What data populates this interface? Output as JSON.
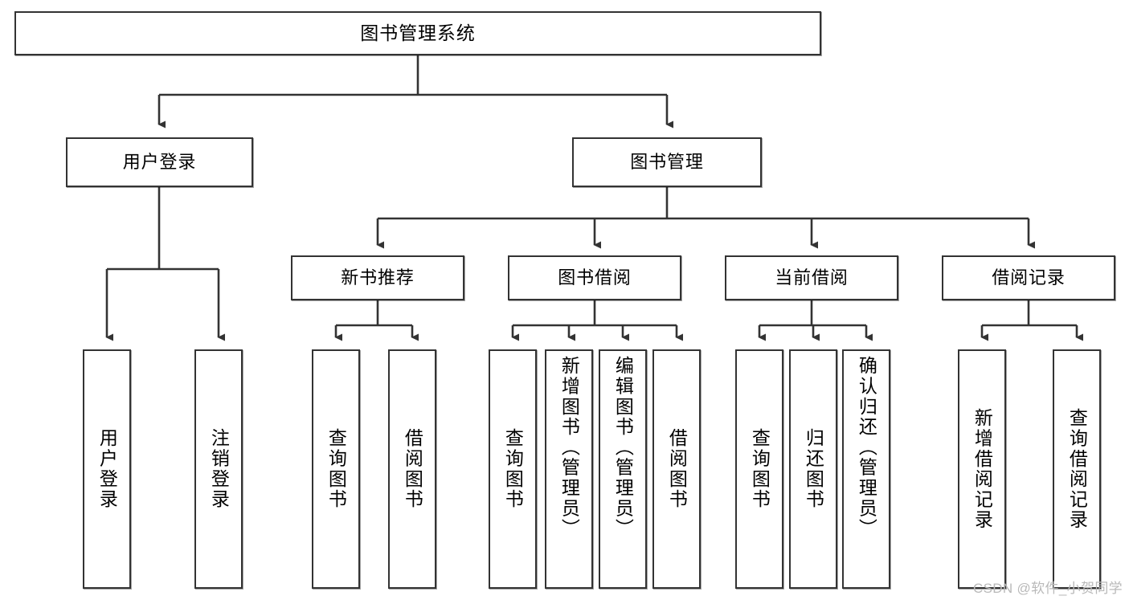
{
  "diagram": {
    "type": "tree",
    "title": "图书管理系统",
    "orientation": "top-down",
    "watermark": "CSDN @软件_小贺同学",
    "colors": {
      "stroke": "#333333",
      "fill": "#ffffff",
      "text": "#000000",
      "watermark": "#b9b9b9"
    },
    "nodes": {
      "root": {
        "label": "图书管理系统"
      },
      "level2": [
        {
          "label": "用户登录"
        },
        {
          "label": "图书管理"
        }
      ],
      "level3": [
        {
          "label": "新书推荐"
        },
        {
          "label": "图书借阅"
        },
        {
          "label": "当前借阅"
        },
        {
          "label": "借阅记录"
        }
      ],
      "leaves": {
        "user_login": [
          {
            "label": "用户登录"
          },
          {
            "label": "注销登录"
          }
        ],
        "new_book": [
          {
            "label": "查询图书"
          },
          {
            "label": "借阅图书"
          }
        ],
        "book_borrow": [
          {
            "label": "查询图书"
          },
          {
            "label": "新增图书（管理员）"
          },
          {
            "label": "编辑图书（管理员）"
          },
          {
            "label": "借阅图书"
          }
        ],
        "current_borrow": [
          {
            "label": "查询图书"
          },
          {
            "label": "归还图书"
          },
          {
            "label": "确认归还（管理员）"
          }
        ],
        "borrow_record": [
          {
            "label": "新增借阅记录"
          },
          {
            "label": "查询借阅记录"
          }
        ]
      }
    }
  }
}
